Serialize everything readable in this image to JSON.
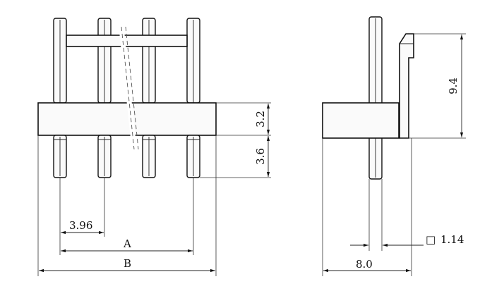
{
  "dimensions": {
    "pitch": "3.96",
    "width_a": "A",
    "width_b": "B",
    "body_height": "3.2",
    "pin_tail": "3.6",
    "pin_top": "9.4",
    "pin_square": "1.14",
    "side_depth": "8.0"
  },
  "symbols": {
    "square": "□"
  }
}
